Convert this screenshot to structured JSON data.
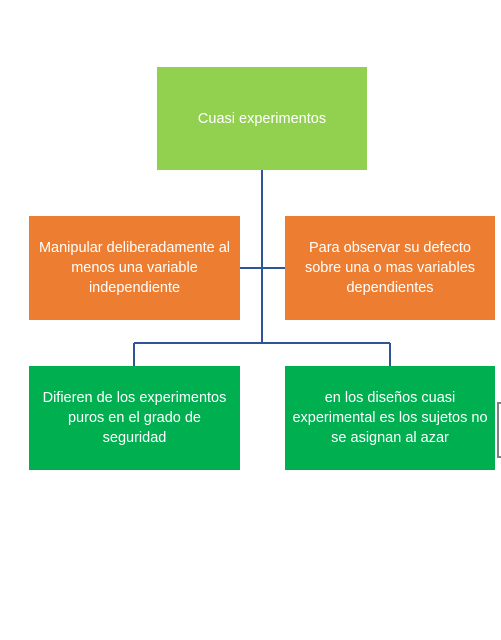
{
  "diagram": {
    "colors": {
      "root": "#92d050",
      "middle": "#ed7d31",
      "bottom": "#00b050",
      "connector": "#2f5597"
    },
    "root": {
      "label": "Cuasi experimentos"
    },
    "middle": [
      {
        "label": "Manipular deliberadamente al menos una variable independiente"
      },
      {
        "label": "Para observar su defecto sobre una o mas variables dependientes"
      }
    ],
    "bottom": [
      {
        "label": "Difieren de los experimentos puros en el grado de seguridad"
      },
      {
        "label": "en los diseños cuasi experimental es los sujetos no se asignan al azar"
      }
    ]
  }
}
